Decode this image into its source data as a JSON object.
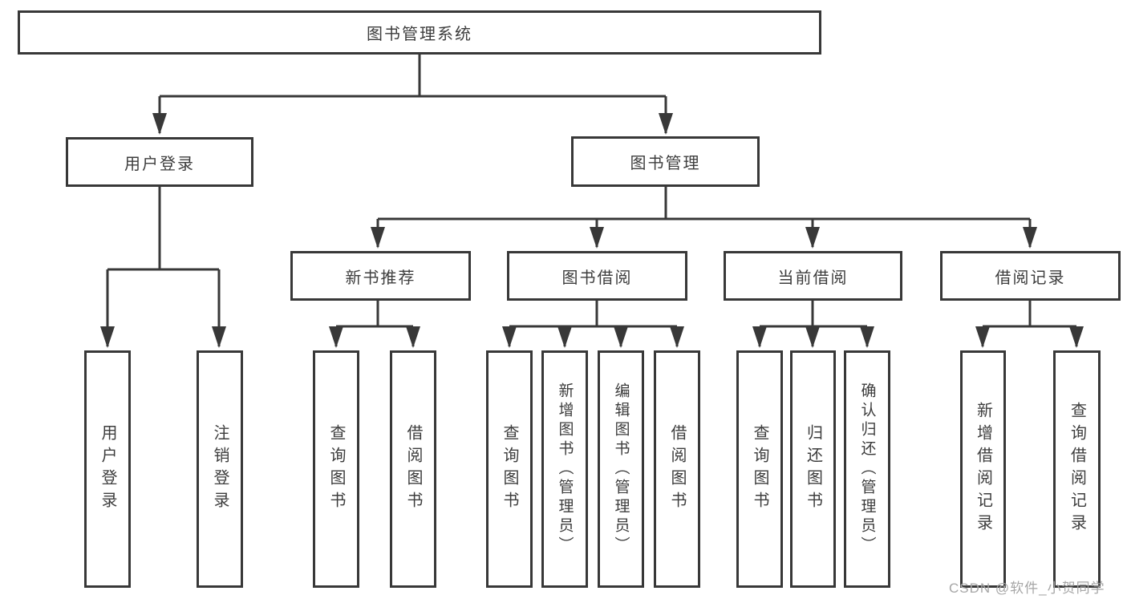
{
  "nodes": {
    "root": "图书管理系统",
    "userLogin": "用户登录",
    "bookMgmt": "图书管理",
    "newBookRec": "新书推荐",
    "bookBorrow": "图书借阅",
    "currentBorrow": "当前借阅",
    "borrowRecord": "借阅记录",
    "leafUserLogin": "用户登录",
    "leafLogout": "注销登录",
    "leafQueryBook1": "查询图书",
    "leafBorrowBook1": "借阅图书",
    "leafQueryBook2": "查询图书",
    "leafAddBook": "新增图书（管理员）",
    "leafEditBook": "编辑图书（管理员）",
    "leafBorrowBook2": "借阅图书",
    "leafQueryBook3": "查询图书",
    "leafReturnBook": "归还图书",
    "leafConfirmReturn": "确认归还（管理员）",
    "leafAddRecord": "新增借阅记录",
    "leafQueryRecord": "查询借阅记录"
  },
  "watermark": "CSDN @软件_小贺同学",
  "colors": {
    "line": "#383838",
    "box_border": "#383838",
    "box_fill": "#ffffff",
    "text": "#3d3d3d",
    "watermark": "#a6a6a6"
  }
}
